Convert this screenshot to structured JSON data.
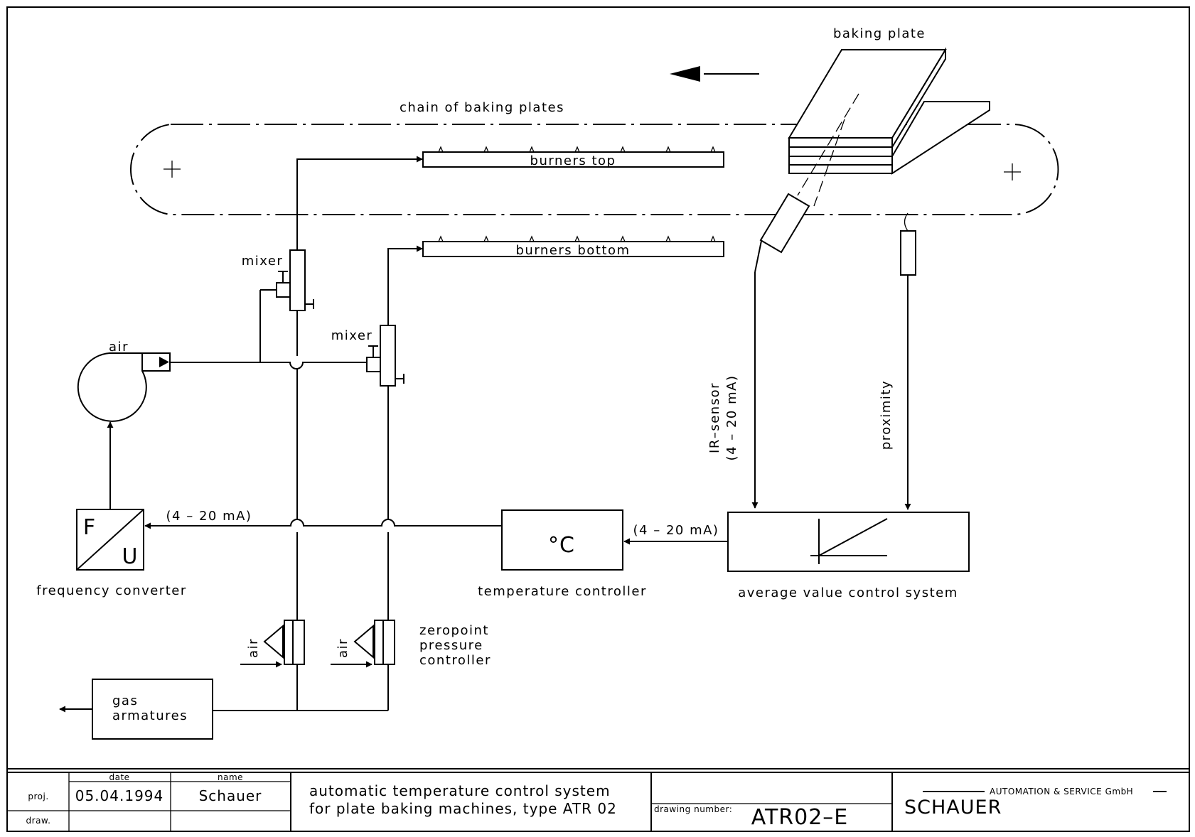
{
  "labels": {
    "baking_plate": "baking plate",
    "chain": "chain of baking plates",
    "burners_top": "burners top",
    "burners_bottom": "burners bottom",
    "mixer_1": "mixer",
    "mixer_2": "mixer",
    "air_blower": "air",
    "current_left": "(4 – 20 mA)",
    "current_right": "(4 – 20 mA)",
    "frequency_converter": "frequency converter",
    "fc_f": "F",
    "fc_u": "U",
    "temperature_controller": "temperature controller",
    "temp_unit": "°C",
    "average_value": "average value control system",
    "ir_sensor_1": "IR–sensor",
    "ir_sensor_2": "(4 – 20 mA)",
    "proximity": "proximity",
    "air_1": "air",
    "air_2": "air",
    "zeropoint_1": "zeropoint",
    "zeropoint_2": "pressure",
    "zeropoint_3": "controller",
    "gas_1": "gas",
    "gas_2": "armatures"
  },
  "title_block": {
    "date_header": "date",
    "name_header": "name",
    "proj_label": "proj.",
    "draw_label": "draw.",
    "date_value": "05.04.1994",
    "name_value": "Schauer",
    "title_line1": "automatic temperature control system",
    "title_line2": "for plate baking machines, type ATR 02",
    "drawing_number_label": "drawing number:",
    "drawing_number": "ATR02–E",
    "company": "SCHAUER",
    "company_sub": "AUTOMATION & SERVICE GmbH"
  },
  "icons": [
    "direction-arrow-icon",
    "fan-blower-icon",
    "sensor-icon",
    "trend-graph-icon"
  ]
}
